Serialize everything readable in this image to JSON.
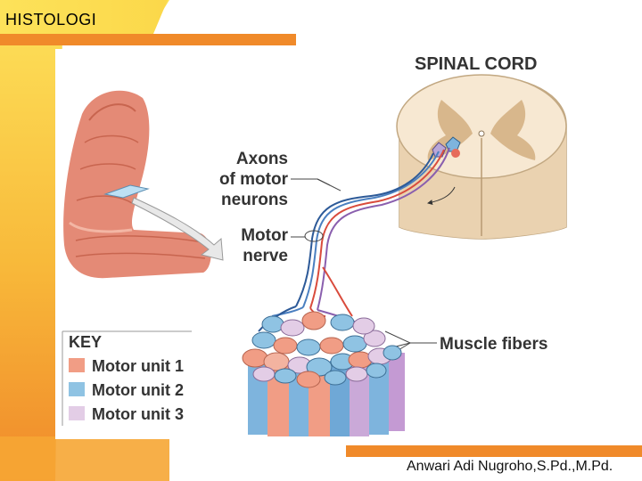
{
  "slide": {
    "title": "HISTOLOGI",
    "author": "Anwari Adi Nugroho,S.Pd.,M.Pd."
  },
  "diagram": {
    "spinal_cord_label": "SPINAL CORD",
    "axons_label_lines": [
      "Axons",
      "of motor",
      "neurons"
    ],
    "motor_nerve_label_lines": [
      "Motor",
      "nerve"
    ],
    "muscle_fibers_label": "Muscle fibers",
    "key": {
      "title": "KEY",
      "items": [
        {
          "label": "Motor unit 1",
          "color": "#f19d85"
        },
        {
          "label": "Motor unit 2",
          "color": "#8fc3e3"
        },
        {
          "label": "Motor unit 3",
          "color": "#e3cde6"
        }
      ]
    }
  },
  "colors": {
    "accent_orange": "#f08a2a",
    "accent_yellow": "#fdd835",
    "muscle": "#e9907a",
    "spinal_cord": "#f0dcc0"
  }
}
